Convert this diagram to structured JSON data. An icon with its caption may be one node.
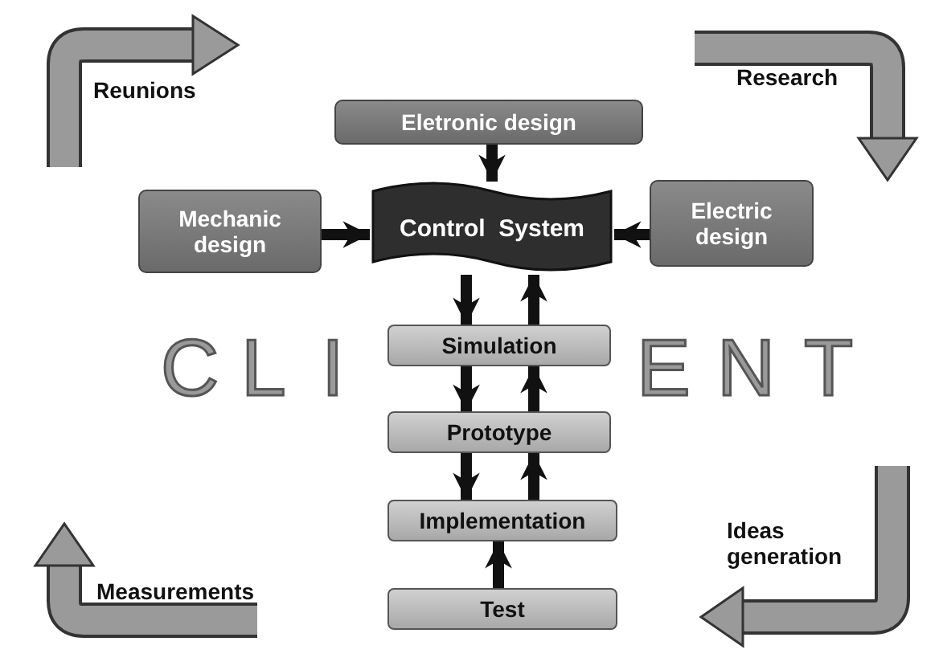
{
  "diagram": {
    "nodes": [
      {
        "text": [
          "Eletronic design"
        ]
      },
      {
        "text": [
          "Mechanic design"
        ]
      },
      {
        "text": [
          "Control  System"
        ]
      },
      {
        "text": [
          "Electric design"
        ]
      },
      {
        "text": [
          "Simulation"
        ]
      },
      {
        "text": [
          "Prototype"
        ]
      },
      {
        "text": [
          "Implementation"
        ]
      },
      {
        "text": [
          "Test"
        ]
      }
    ],
    "edges": [
      {
        "from": 0,
        "to": 2,
        "arrow": "to"
      },
      {
        "from": 1,
        "to": 2,
        "arrow": "to"
      },
      {
        "from": 3,
        "to": 2,
        "arrow": "to"
      },
      {
        "from": 2,
        "to": 4,
        "arrow": "to"
      },
      {
        "from": 4,
        "to": 2,
        "arrow": "to"
      },
      {
        "from": 4,
        "to": 5,
        "arrow": "to"
      },
      {
        "from": 5,
        "to": 4,
        "arrow": "to"
      },
      {
        "from": 5,
        "to": 6,
        "arrow": "to"
      },
      {
        "from": 6,
        "to": 5,
        "arrow": "to"
      },
      {
        "from": 7,
        "to": 6,
        "arrow": "to"
      }
    ],
    "labels": [
      "Reunions",
      "Research",
      "C",
      "L",
      "I",
      "E",
      "N",
      "T",
      "Ideas generation",
      "Measurements"
    ]
  }
}
